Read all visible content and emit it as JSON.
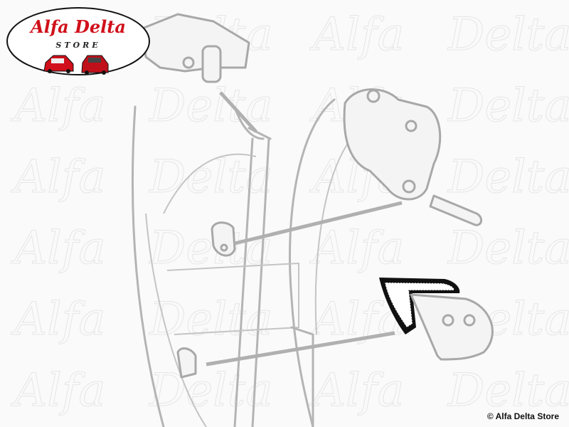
{
  "logo": {
    "brand": "Alfa Delta",
    "subtitle": "STORE",
    "brand_color": "#d0101a"
  },
  "watermark": {
    "words": [
      "Alfa",
      "Delta"
    ]
  },
  "copyright": "© Alfa Delta Store",
  "colors": {
    "drawing": "#b4b4b4",
    "seal": "#111111"
  }
}
